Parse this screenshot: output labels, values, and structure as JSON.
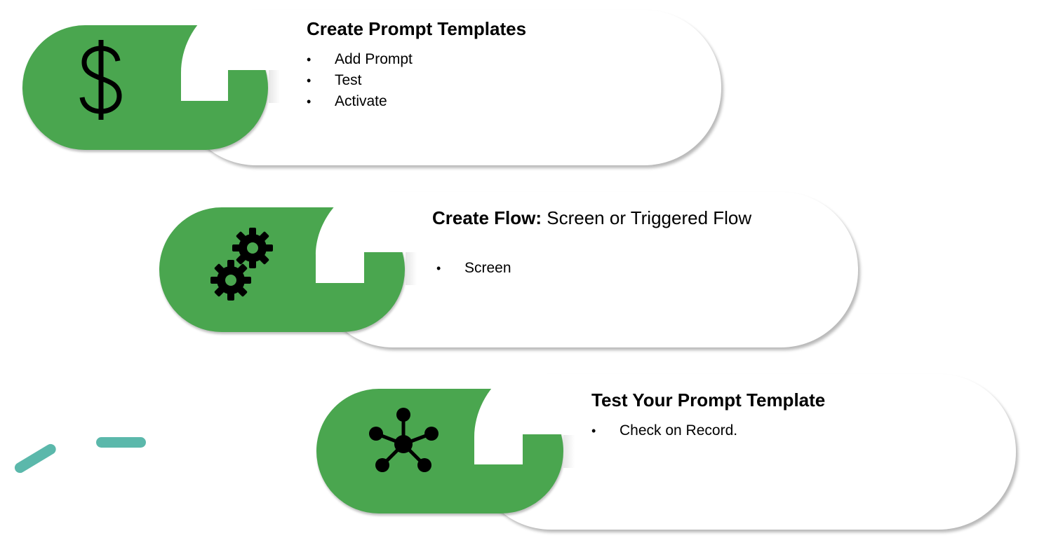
{
  "colors": {
    "green": "#4aa64f",
    "teal_dash": "#5bb8ab",
    "text": "#000000",
    "background": "#ffffff"
  },
  "steps": [
    {
      "icon": "dollar-sign-icon",
      "title_bold": "Create Prompt Templates",
      "title_rest": "",
      "bullets": [
        "Add Prompt",
        "Test",
        "Activate"
      ]
    },
    {
      "icon": "gears-icon",
      "title_bold": "Create Flow:",
      "title_rest": " Screen or Triggered Flow",
      "bullets": [
        "Screen"
      ]
    },
    {
      "icon": "network-hub-icon",
      "title_bold": "Test Your Prompt Template",
      "title_rest": "",
      "bullets": [
        "Check on Record."
      ]
    }
  ],
  "decoration": {
    "dashes": [
      "teal-dash-1",
      "teal-dash-2"
    ]
  }
}
